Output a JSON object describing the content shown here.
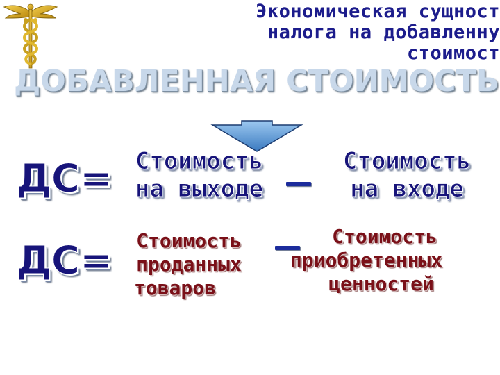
{
  "header": {
    "title_lines": [
      "Экономическая сущност",
      "налога на добавленну",
      "стоимост"
    ]
  },
  "banner": {
    "text": "ДОБАВЛЕННАЯ СТОИМОСТЬ"
  },
  "logo": {
    "icon": "caduceus-icon"
  },
  "formula1": {
    "lhs": "ДС=",
    "term_a": [
      "Стоимость",
      "на выходе"
    ],
    "term_b": [
      "Стоимость",
      "на входе"
    ]
  },
  "formula2": {
    "lhs": "ДС=",
    "term_a": [
      "Стоимость",
      "проданных",
      "товаров"
    ],
    "term_b": [
      "Стоимость",
      "приобретенных",
      "ценностей"
    ]
  },
  "colors": {
    "header": "#1c1c8c",
    "formula_primary": "#17147a",
    "formula_secondary": "#7a1018",
    "arrow": "#5a9ad8"
  }
}
